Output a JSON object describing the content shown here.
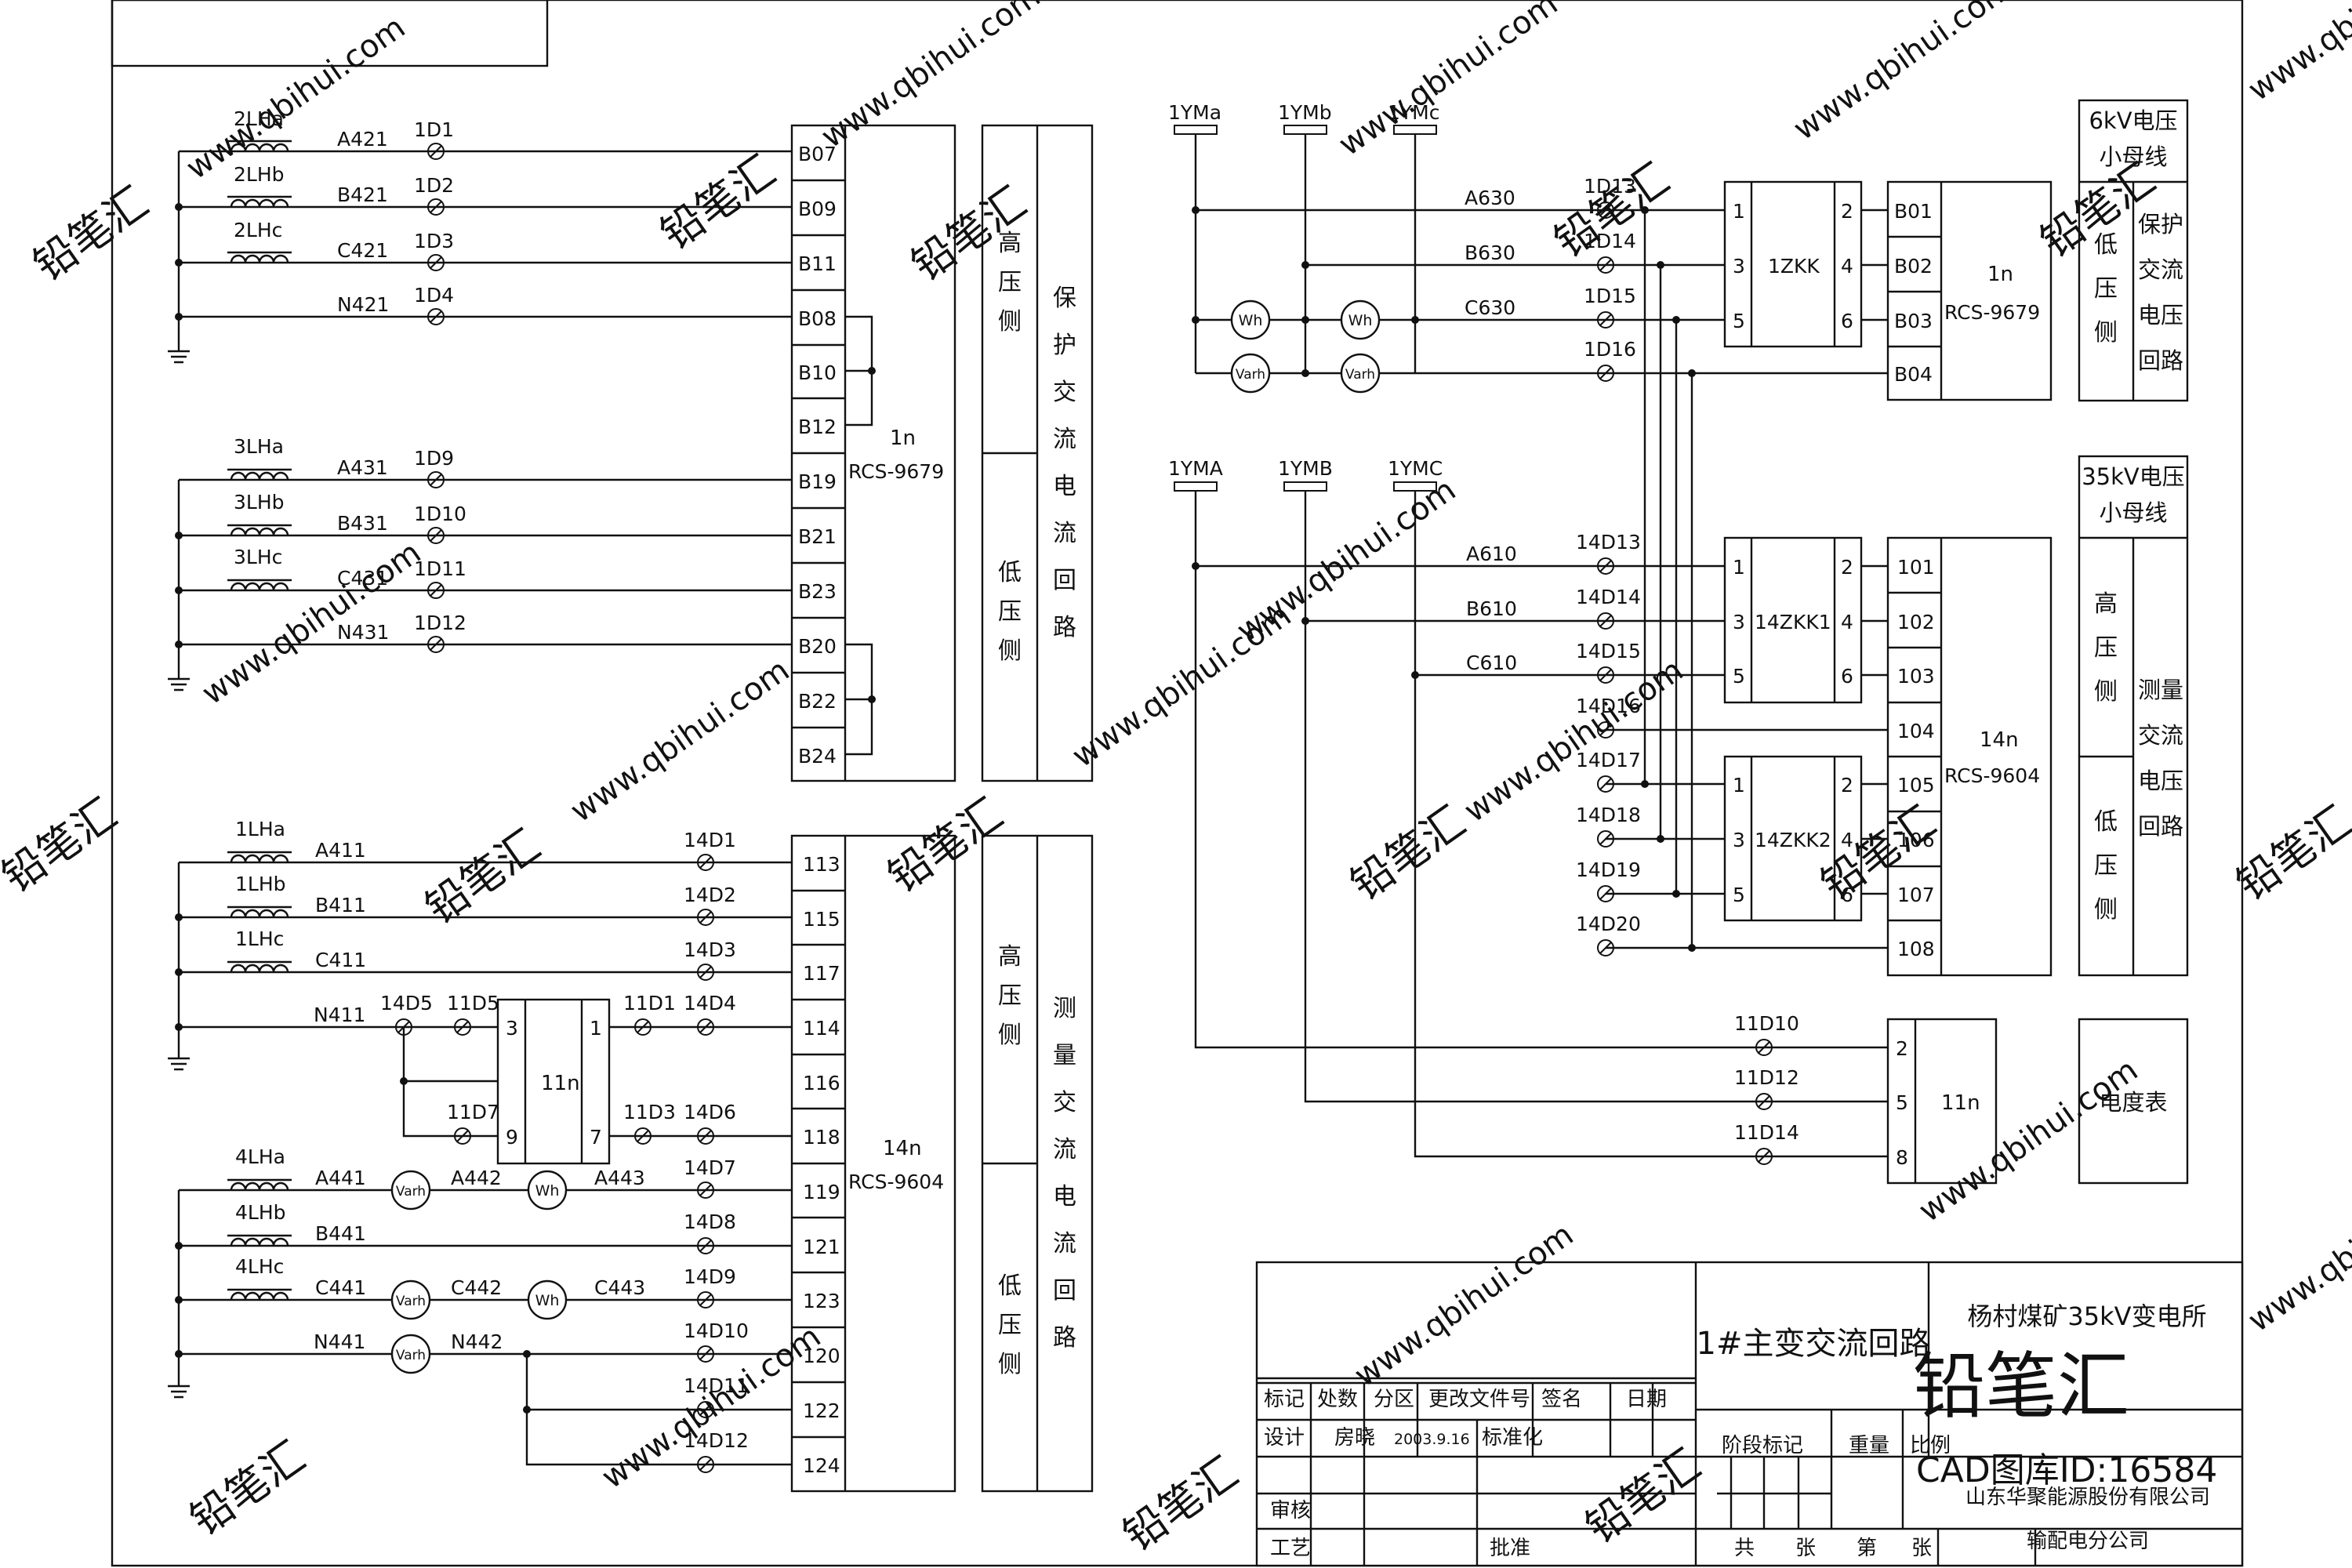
{
  "labels": {
    "lha2": "2LHa",
    "lhb2": "2LHb",
    "lhc2": "2LHc",
    "a421": "A421",
    "b421": "B421",
    "c421": "C421",
    "n421": "N421",
    "d1": "1D1",
    "d2": "1D2",
    "d3": "1D3",
    "d4": "1D4",
    "b07": "B07",
    "b09": "B09",
    "b11": "B11",
    "b08": "B08",
    "b10": "B10",
    "b12": "B12",
    "b19": "B19",
    "b21": "B21",
    "b23": "B23",
    "b20": "B20",
    "b22": "B22",
    "b24": "B24",
    "n1": "1n",
    "rcs9679": "RCS-9679",
    "lha3": "3LHa",
    "lhb3": "3LHb",
    "lhc3": "3LHc",
    "a431": "A431",
    "b431": "B431",
    "c431": "C431",
    "n431": "N431",
    "d9": "1D9",
    "d10": "1D10",
    "d11": "1D11",
    "d12": "1D12",
    "side_high_chars": [
      "高",
      "压",
      "侧"
    ],
    "side_low_chars": [
      "低",
      "压",
      "侧"
    ],
    "prot_ac_current_chars": [
      "保",
      "护",
      "交",
      "流",
      "电",
      "流",
      "回",
      "路"
    ],
    "meas_ac_current_chars": [
      "测",
      "量",
      "交",
      "流",
      "电",
      "流",
      "回",
      "路"
    ],
    "lha1": "1LHa",
    "lhb1": "1LHb",
    "lhc1": "1LHc",
    "a411": "A411",
    "b411": "B411",
    "c411": "C411",
    "n411": "N411",
    "d14_1": "14D1",
    "d14_2": "14D2",
    "d14_3": "14D3",
    "d14_4": "14D4",
    "d14_5": "14D5",
    "d11_5": "11D5",
    "d11_1": "11D1",
    "d11_7": "11D7",
    "d11_3": "11D3",
    "d14_6": "14D6",
    "n11": "11n",
    "p3": "3",
    "p1": "1",
    "p9": "9",
    "p7": "7",
    "t113": "113",
    "t115": "115",
    "t117": "117",
    "t114": "114",
    "t116": "116",
    "t118": "118",
    "t119": "119",
    "t121": "121",
    "t123": "123",
    "t120": "120",
    "t122": "122",
    "t124": "124",
    "n14": "14n",
    "rcs9604": "RCS-9604",
    "lha4": "4LHa",
    "lhb4": "4LHb",
    "lhc4": "4LHc",
    "a441": "A441",
    "a442": "A442",
    "a443": "A443",
    "b441": "B441",
    "c441": "C441",
    "c442": "C442",
    "c443": "C443",
    "n441": "N441",
    "n442": "N442",
    "varh": "Varh",
    "wh": "Wh",
    "d14_7": "14D7",
    "d14_8": "14D8",
    "d14_9": "14D9",
    "d14_10": "14D10",
    "d14_11": "14D11",
    "d14_12": "14D12",
    "ymA_s": "1YMa",
    "ymB_s": "1YMb",
    "ymC_s": "1YMc",
    "a630": "A630",
    "b630": "B630",
    "c630": "C630",
    "d13": "1D13",
    "d14": "1D14",
    "d15": "1D15",
    "d16": "1D16",
    "zkk1": "1ZKK",
    "z1": "1",
    "z2": "2",
    "z3": "3",
    "z4": "4",
    "z5": "5",
    "z6": "6",
    "b01": "B01",
    "b02": "B02",
    "b03": "B03",
    "b04": "B04",
    "kv6_l1": "6kV电压",
    "kv6_l2": "小母线",
    "prot_ac_voltage_chars": [
      "保护",
      "交流",
      "电压",
      "回路"
    ],
    "ymA": "1YMA",
    "ymB": "1YMB",
    "ymC": "1YMC",
    "a610": "A610",
    "b610": "B610",
    "c610": "C610",
    "d14_13": "14D13",
    "d14_14": "14D14",
    "d14_15": "14D15",
    "d14_16": "14D16",
    "d14_17": "14D17",
    "d14_18": "14D18",
    "d14_19": "14D19",
    "d14_20": "14D20",
    "zkk14_1": "14ZKK1",
    "zkk14_2": "14ZKK2",
    "t101": "101",
    "t102": "102",
    "t103": "103",
    "t104": "104",
    "t105": "105",
    "t106": "106",
    "t107": "107",
    "t108": "108",
    "kv35_l1": "35kV电压",
    "kv35_l2": "小母线",
    "meas_ac_voltage_chars": [
      "测量",
      "交流",
      "电压",
      "回路"
    ],
    "d11_10": "11D10",
    "d11_12": "11D12",
    "d11_14": "11D14",
    "p2": "2",
    "p5": "5",
    "p8": "8",
    "meter": "电度表"
  },
  "title_block": {
    "drawing_title": "1#主变交流回路",
    "project": "杨村煤矿35kV变电所",
    "col_mark": "标记",
    "col_count": "处数",
    "col_zone": "分区",
    "col_docno": "更改文件号",
    "col_sign": "签名",
    "col_date": "日期",
    "design": "设计",
    "designer": "房晓",
    "design_date": "2003.9.16",
    "standardize": "标准化",
    "stage": "阶段标记",
    "weight": "重量",
    "scale": "比例",
    "review": "审核",
    "process": "工艺",
    "approve": "批准",
    "total": "共",
    "sheet_unit": "张",
    "nth": "第",
    "sheet_unit2": "张",
    "company": "山东华聚能源股份有限公司",
    "dept": "输配电分公司"
  },
  "watermark": {
    "brand": "铅笔汇",
    "url": "www.qbihui.com",
    "cad_id": "CAD图库ID:16584"
  }
}
